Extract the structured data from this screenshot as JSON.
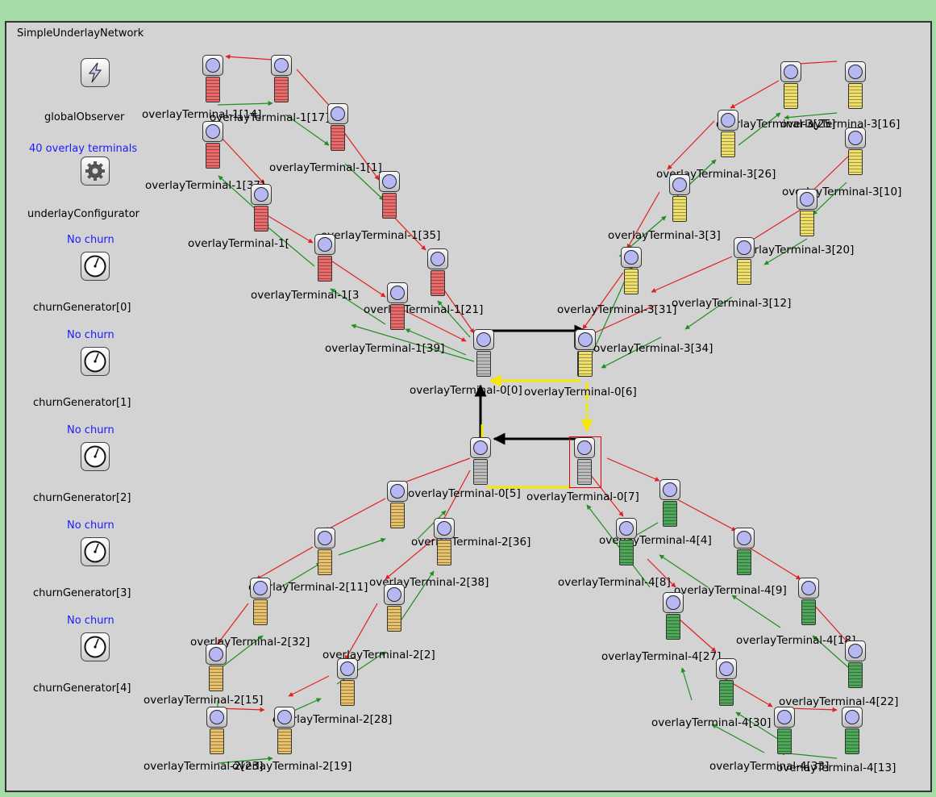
{
  "window": {
    "network_title": "SimpleUnderlayNetwork"
  },
  "colors": {
    "window_bg": "#a6dca6",
    "canvas_bg": "#d3d3d3",
    "link_red": "#e02020",
    "link_green": "#1f8f1f",
    "link_black": "#000000",
    "link_yellow": "#f5e800",
    "note_blue": "#1a1aff",
    "selection": "#e00000"
  },
  "modules": {
    "global_observer": {
      "label": "globalObserver",
      "icon": "lightning-icon"
    },
    "underlay_configurator": {
      "label": "underlayConfigurator",
      "note": "40 overlay terminals",
      "icon": "gear-icon"
    },
    "churn_generators": [
      {
        "label": "churnGenerator[0]",
        "note": "No churn",
        "icon": "gauge-icon"
      },
      {
        "label": "churnGenerator[1]",
        "note": "No churn",
        "icon": "gauge-icon"
      },
      {
        "label": "churnGenerator[2]",
        "note": "No churn",
        "icon": "gauge-icon"
      },
      {
        "label": "churnGenerator[3]",
        "note": "No churn",
        "icon": "gauge-icon"
      },
      {
        "label": "churnGenerator[4]",
        "note": "No churn",
        "icon": "gauge-icon"
      }
    ]
  },
  "terminals": [
    {
      "id": "t1_14",
      "label": "overlayTerminal-1[14]",
      "color": "red"
    },
    {
      "id": "t1_17",
      "label": "overlayTerminal-1[17]",
      "color": "red"
    },
    {
      "id": "t1_1",
      "label": "overlayTerminal-1[1]",
      "color": "red"
    },
    {
      "id": "t1_37",
      "label": "overlayTerminal-1[37]",
      "color": "red"
    },
    {
      "id": "t1_35",
      "label": "overlayTerminal-1[35]",
      "color": "red"
    },
    {
      "id": "t1_3a",
      "label": "overlayTerminal-1[",
      "color": "red"
    },
    {
      "id": "t1_3b",
      "label": "overlayTerminal-1[3",
      "color": "red"
    },
    {
      "id": "t1_21",
      "label": "overlayTerminal-1[21]",
      "color": "red"
    },
    {
      "id": "t1_39",
      "label": "overlayTerminal-1[39]",
      "color": "red"
    },
    {
      "id": "t0_0",
      "label": "overlayTerminal-0[0]",
      "color": "gray"
    },
    {
      "id": "t0_6",
      "label": "overlayTerminal-0[6]",
      "color": "gray"
    },
    {
      "id": "t0_5",
      "label": "overlayTerminal-0[5]",
      "color": "gray"
    },
    {
      "id": "t0_7",
      "label": "overlayTerminal-0[7]",
      "color": "gray"
    },
    {
      "id": "t3_25",
      "label": "overlayTerminal-3[25]",
      "color": "yellow"
    },
    {
      "id": "t3_16",
      "label": "overlayTerminal-3[16]",
      "color": "yellow"
    },
    {
      "id": "t3_26",
      "label": "overlayTerminal-3[26]",
      "color": "yellow"
    },
    {
      "id": "t3_10",
      "label": "overlayTerminal-3[10]",
      "color": "yellow"
    },
    {
      "id": "t3_3",
      "label": "overlayTerminal-3[3]",
      "color": "yellow"
    },
    {
      "id": "t3_20",
      "label": "overlayTerminal-3[20]",
      "color": "yellow"
    },
    {
      "id": "t3_31",
      "label": "overlayTerminal-3[31]",
      "color": "yellow"
    },
    {
      "id": "t3_12",
      "label": "overlayTerminal-3[12]",
      "color": "yellow"
    },
    {
      "id": "t3_34",
      "label": "overlayTerminal-3[34]",
      "color": "yellow"
    },
    {
      "id": "t2_36",
      "label": "overlayTerminal-2[36]",
      "color": "orange"
    },
    {
      "id": "t2_38",
      "label": "overlayTerminal-2[38]",
      "color": "orange"
    },
    {
      "id": "t2_11",
      "label": "overlayTerminal-2[11]",
      "color": "orange"
    },
    {
      "id": "t2_32",
      "label": "overlayTerminal-2[32]",
      "color": "orange"
    },
    {
      "id": "t2_2",
      "label": "overlayTerminal-2[2]",
      "color": "orange"
    },
    {
      "id": "t2_15",
      "label": "overlayTerminal-2[15]",
      "color": "orange"
    },
    {
      "id": "t2_28",
      "label": "overlayTerminal-2[28]",
      "color": "orange"
    },
    {
      "id": "t2_23",
      "label": "overlayTerminal-2[23]",
      "color": "orange"
    },
    {
      "id": "t2_19",
      "label": "overlayTerminal-2[19]",
      "color": "orange"
    },
    {
      "id": "t4_4",
      "label": "overlayTerminal-4[4]",
      "color": "green"
    },
    {
      "id": "t4_8",
      "label": "overlayTerminal-4[8]",
      "color": "green"
    },
    {
      "id": "t4_9",
      "label": "overlayTerminal-4[9]",
      "color": "green"
    },
    {
      "id": "t4_18",
      "label": "overlayTerminal-4[18]",
      "color": "green"
    },
    {
      "id": "t4_27",
      "label": "overlayTerminal-4[27]",
      "color": "green"
    },
    {
      "id": "t4_22",
      "label": "overlayTerminal-4[22]",
      "color": "green"
    },
    {
      "id": "t4_30",
      "label": "overlayTerminal-4[30]",
      "color": "green"
    },
    {
      "id": "t4_33",
      "label": "overlayTerminal-4[33]",
      "color": "green"
    },
    {
      "id": "t4_13",
      "label": "overlayTerminal-4[13]",
      "color": "green"
    }
  ],
  "selected_terminal": "t0_7"
}
